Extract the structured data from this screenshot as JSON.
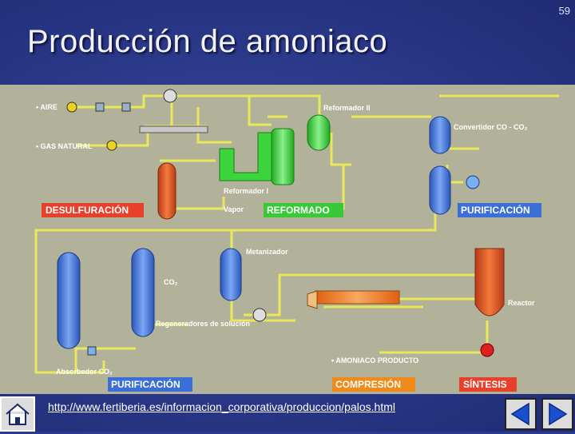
{
  "slide": {
    "page_number": "59",
    "title": "Producción de amoniaco",
    "url": "http://www.fertiberia.es/informacion_corporativa/produccion/palos.html"
  },
  "diagram": {
    "inputs": {
      "air": "• AIRE",
      "natural_gas": "• GAS NATURAL",
      "steam": "Vapor"
    },
    "equipment": {
      "reformer_1": "Reformador I",
      "reformer_2": "Reformador II",
      "co_converter": "Convertidor CO - CO₂",
      "methanator": "Metanizador",
      "co2_output": "CO₂",
      "regenerators": "Regeneradores de solución",
      "absorber": "Absorbedor CO₂",
      "reactor": "Reactor",
      "ammonia_product": "• AMONIACO PRODUCTO"
    },
    "stages": {
      "desulfurization": "DESULFURACIÓN",
      "reforming": "REFORMADO",
      "purification_top": "PURIFICACIÓN",
      "purification_bottom": "PURIFICACIÓN",
      "compression": "COMPRESIÓN",
      "synthesis": "SÍNTESIS"
    }
  },
  "colors": {
    "diagram_background": "#b2b29a",
    "pipe": "#e8e85a",
    "stage_red": "#e8402a",
    "stage_blue": "#3a6ed8",
    "stage_orange": "#f08a1a",
    "stage_green": "#38c838",
    "vessel_blue": "#4a7de0",
    "vessel_red": "#e05a2a",
    "vessel_green": "#3cd43c"
  },
  "navigation": {
    "home": "home-icon",
    "previous": "arrow-left-icon",
    "next": "arrow-right-icon"
  }
}
